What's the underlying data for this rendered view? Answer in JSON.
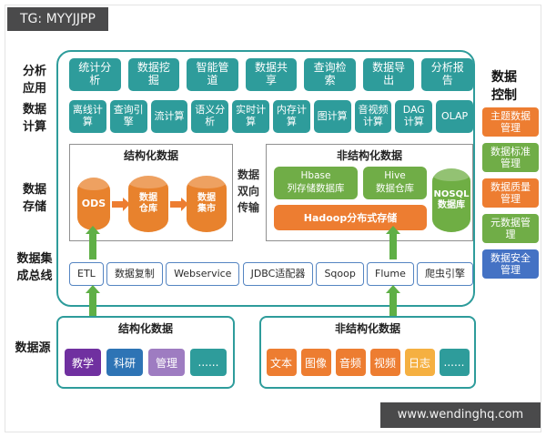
{
  "badges": {
    "top_left": "TG: MYYJJPP",
    "bottom_right": "www.wendinghq.com"
  },
  "layers": {
    "analysis": "分析应用",
    "computing": "数据计算",
    "storage": "数据存储",
    "bus": "数据集成总线",
    "source": "数据源"
  },
  "control": {
    "title": "数据控制",
    "items": [
      {
        "label": "主题数据管理",
        "color": "#ED7D31"
      },
      {
        "label": "数据标准管理",
        "color": "#70AD47"
      },
      {
        "label": "数据质量管理",
        "color": "#ED7D31"
      },
      {
        "label": "元数据管理",
        "color": "#70AD47"
      },
      {
        "label": "数据安全管理",
        "color": "#4472C4"
      }
    ]
  },
  "analysis_apps": [
    "统计分析",
    "数据挖掘",
    "智能管道",
    "数据共享",
    "查询检索",
    "数据导出",
    "分析报告"
  ],
  "computing": [
    "离线计算",
    "查询引擎",
    "流计算",
    "语义分析",
    "实时计算",
    "内存计算",
    "图计算",
    "音视频计算",
    "DAG计算",
    "OLAP"
  ],
  "storage": {
    "structured_title": "结构化数据",
    "cylinders": [
      "ODS",
      "数据仓库",
      "数据集市"
    ],
    "transfer": "数据双向传输",
    "unstructured_title": "非结构化数据",
    "hbase": "Hbase\n列存储数据库",
    "hive": "Hive\n数据仓库",
    "hadoop": "Hadoop分布式存储",
    "nosql": "NOSQL\n数据库"
  },
  "bus_items": [
    "ETL",
    "数据复制",
    "Webservice",
    "JDBC适配器",
    "Sqoop",
    "Flume",
    "爬虫引擎"
  ],
  "sources": {
    "structured_title": "结构化数据",
    "structured_items": [
      {
        "label": "教学",
        "color": "#7030A0"
      },
      {
        "label": "科研",
        "color": "#2E74B5"
      },
      {
        "label": "管理",
        "color": "#9E7CC1"
      },
      {
        "label": "......",
        "color": "#2E9C9B"
      }
    ],
    "unstructured_title": "非结构化数据",
    "unstructured_items": [
      {
        "label": "文本",
        "color": "#ED7D31"
      },
      {
        "label": "图像",
        "color": "#ED7D31"
      },
      {
        "label": "音频",
        "color": "#ED7D31"
      },
      {
        "label": "视频",
        "color": "#ED7D31"
      },
      {
        "label": "日志",
        "color": "#F5B041"
      },
      {
        "label": "......",
        "color": "#2E9C9B"
      }
    ]
  },
  "colors": {
    "teal": "#2E9C9B",
    "orange": "#ED7D31",
    "green": "#70AD47",
    "arrow_green": "#5FAF46"
  }
}
